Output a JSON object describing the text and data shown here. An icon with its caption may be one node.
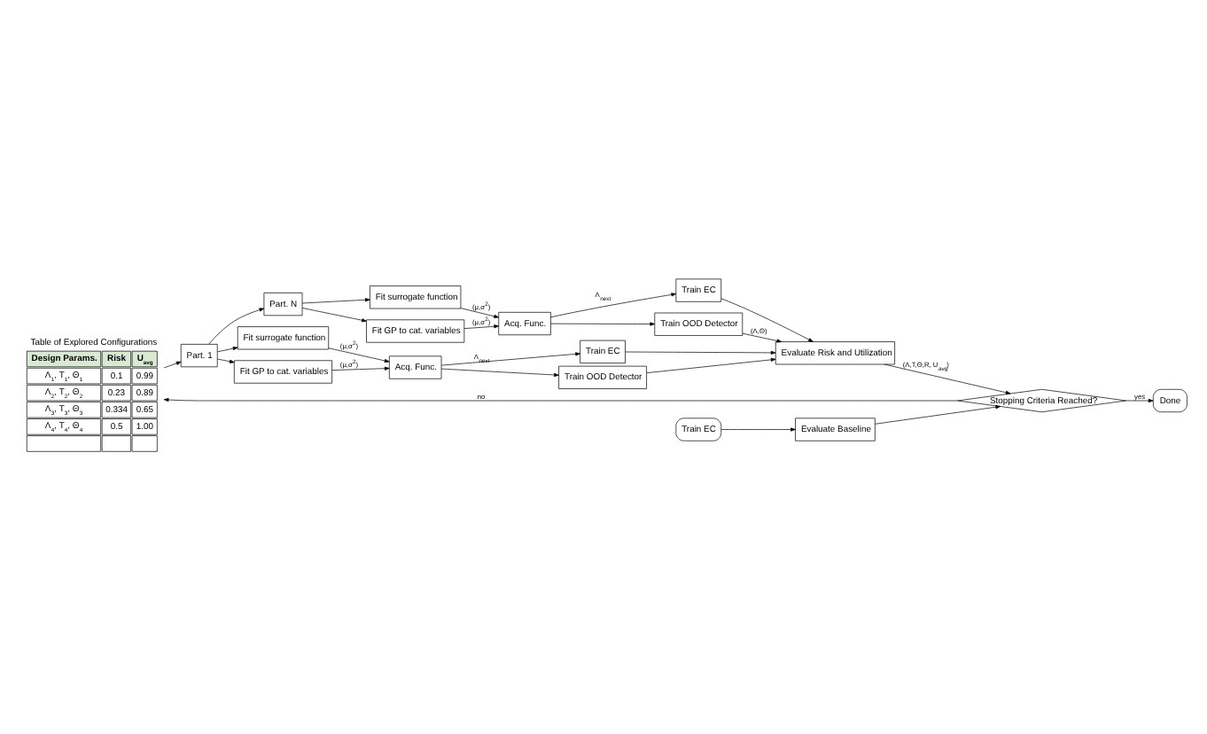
{
  "diagram": {
    "nodes": [
      {
        "text": [
          "Table of Explored Configurations",
          "Design Params.",
          "Risk",
          "U$_{avg}$",
          "Λ$_{1}$, T$_{1}$, Θ$_{1}$",
          "0.1",
          "0.99",
          "Λ$_{2}$, T$_{2}$, Θ$_{2}$",
          "0.23",
          "0.89",
          "Λ$_{3}$, T$_{3}$, Θ$_{3}$",
          "0.334",
          "0.65",
          "Λ$_{4}$, T$_{4}$, Θ$_{4}$",
          "0.5",
          "1.00"
        ]
      },
      {
        "text": [
          "Train EC"
        ]
      },
      {
        "text": [
          "Evaluate Baseline"
        ]
      },
      {
        "text": [
          "Done"
        ]
      },
      {
        "text": [
          "Stopping Criteria Reached?"
        ]
      },
      {
        "text": [
          "Part. 1"
        ]
      },
      {
        "text": [
          "Part. N"
        ]
      },
      {
        "text": [
          "Fit surrogate function"
        ]
      },
      {
        "text": [
          "Fit GP to cat. variables"
        ]
      },
      {
        "text": [
          "Acq. Func."
        ]
      },
      {
        "text": [
          "Train EC"
        ]
      },
      {
        "text": [
          "Train OOD Detector"
        ]
      },
      {
        "text": [
          "Fit surrogate function"
        ]
      },
      {
        "text": [
          "Fit GP to cat. variables"
        ]
      },
      {
        "text": [
          "Acq. Func."
        ]
      },
      {
        "text": [
          "Train EC"
        ]
      },
      {
        "text": [
          "Train OOD Detector"
        ]
      },
      {
        "text": [
          "Evaluate Risk and Utilization"
        ]
      }
    ],
    "edges": [
      {
        "from": 1,
        "to": 2,
        "arrow": "to"
      },
      {
        "from": 2,
        "to": 4,
        "arrow": "to"
      },
      {
        "from": 4,
        "to": 3,
        "arrow": "to",
        "label": "yes"
      },
      {
        "from": 4,
        "to": 0,
        "arrow": "to",
        "label": "no"
      },
      {
        "from": 0,
        "to": 5,
        "arrow": "to"
      },
      {
        "from": 5,
        "to": 6,
        "arrow": "to"
      },
      {
        "from": 5,
        "to": 7,
        "arrow": "to"
      },
      {
        "from": 5,
        "to": 8,
        "arrow": "to"
      },
      {
        "from": 7,
        "to": 9,
        "arrow": "to",
        "label": "(μ,σ$^{2}$)"
      },
      {
        "from": 8,
        "to": 9,
        "arrow": "to",
        "label": "(μ,σ$^{2}$)"
      },
      {
        "from": 9,
        "to": 10,
        "arrow": "to",
        "label": "Λ$_{next}$"
      },
      {
        "from": 9,
        "to": 11,
        "arrow": "to"
      },
      {
        "from": 6,
        "to": 12,
        "arrow": "to"
      },
      {
        "from": 6,
        "to": 13,
        "arrow": "to"
      },
      {
        "from": 12,
        "to": 14,
        "arrow": "to",
        "label": "(μ,σ$^{2}$)"
      },
      {
        "from": 13,
        "to": 14,
        "arrow": "to",
        "label": "(μ,σ$^{2}$)"
      },
      {
        "from": 14,
        "to": 15,
        "arrow": "to",
        "label": "Λ$_{next}$"
      },
      {
        "from": 14,
        "to": 16,
        "arrow": "to"
      },
      {
        "from": 10,
        "to": 17,
        "arrow": "to"
      },
      {
        "from": 11,
        "to": 17,
        "arrow": "to"
      },
      {
        "from": 15,
        "to": 17,
        "arrow": "to"
      },
      {
        "from": 16,
        "to": 17,
        "arrow": "to",
        "label": "(Λ,Θ)"
      },
      {
        "from": 17,
        "to": 4,
        "arrow": "to",
        "label": "(Λ,T,Θ,R, U$_{avg}$)"
      }
    ]
  }
}
